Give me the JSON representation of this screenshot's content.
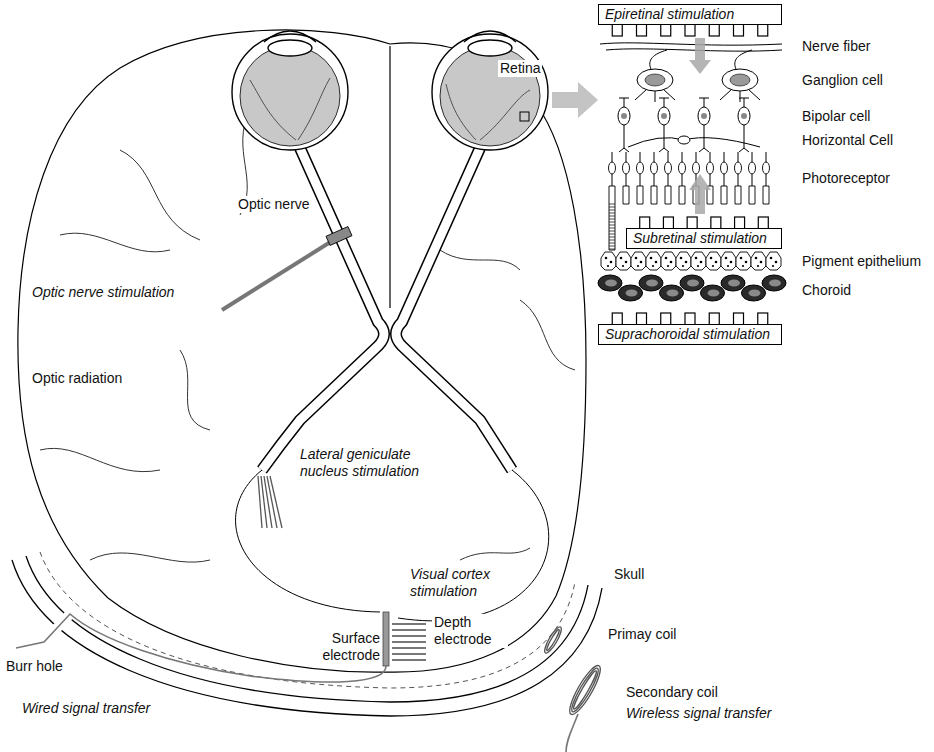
{
  "diagram": {
    "nodes": [
      {
        "text": [
          "Epiretinal stimulation"
        ]
      },
      {
        "text": [
          "Subretinal stimulation"
        ]
      },
      {
        "text": [
          "Suprachoroidal stimulation"
        ]
      }
    ],
    "labels": [
      "Retina",
      "Optic nerve",
      "Optic nerve stimulation",
      "Optic radiation",
      "Lateral geniculate nucleus stimulation",
      "Visual cortex stimulation",
      "Surface electrode",
      "Depth electrode",
      "Skull",
      "Primay coil",
      "Secondary coil",
      "Burr hole",
      "Wired signal transfer",
      "Wireless signal transfer",
      "Nerve fiber",
      "Ganglion cell",
      "Bipolar cell",
      "Horizontal Cell",
      "Photoreceptor",
      "Pigment epithelium",
      "Choroid"
    ]
  }
}
